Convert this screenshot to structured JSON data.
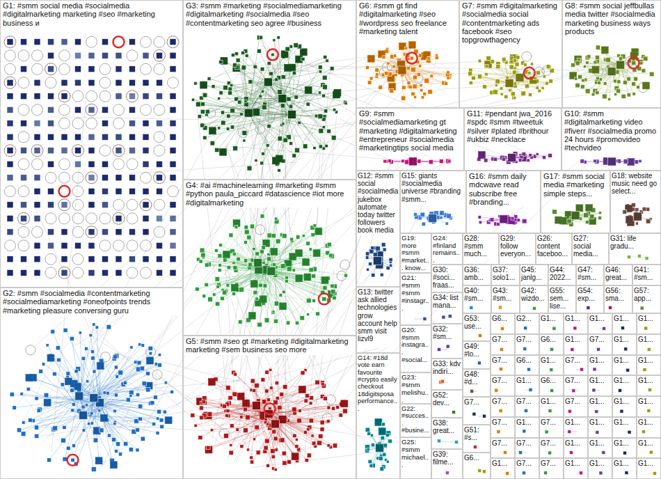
{
  "diagram": {
    "nodes": [
      {
        "text": [
          "G1: #smm social media #socialmedia #digitalmarketing marketing #seo #marketing business и"
        ]
      },
      {
        "text": [
          "G2: #smm #socialmedia #contentmarketing #socialmediamarketing #oneofpoints trends #marketing pleasure conversing guru"
        ]
      },
      {
        "text": [
          "G3: #smm #marketing #socialmediamarketing #digitalmarketing #socialmedia #seo #contentmarketing seo agree #business"
        ]
      },
      {
        "text": [
          "G4: #ai #machinelearning #marketing #smm #python paula_piccard #datascience #iot more #digitalmarketing"
        ]
      },
      {
        "text": [
          "G5: #smm #seo gt #marketing #digitalmarketing marketing #sem business seo more"
        ]
      },
      {
        "text": [
          "G6: #smm gt find #digitalmarketing #seo #wordpress seo freelance #marketing talent"
        ]
      },
      {
        "text": [
          "G7: #smm #digitalmarketing #socialmedia social #contentmarketing ads facebook #seo topgrowthagency"
        ]
      },
      {
        "text": [
          "G8: #smm social jeffbullas media twitter #socialmedia marketing business ways products"
        ]
      },
      {
        "text": [
          "G9: #smm #socialmediamarketing gt #marketing #digitalmarketing #entrepreneur #socialmedia #marketingtips social media"
        ]
      },
      {
        "text": [
          "G10: #smm #digitalmarketing video #fiverr #socialmedia promo 24 hours #promovideo #techvideo"
        ]
      },
      {
        "text": [
          "G11: #pendant jwa_2016 #spdc #smm #tweetuk #silver #plated #brithour #ukbiz #necklace"
        ]
      },
      {
        "text": [
          "G12: #smm social #socialmedia jukebox automate today twitter followers book media"
        ]
      },
      {
        "text": [
          "G13: twitter ask allied technologies grow account help smm visit lizvl9"
        ]
      },
      {
        "text": [
          "G14: #18d vote earn favourite #crypto easily checkout 18digitsposa performance..."
        ]
      },
      {
        "text": [
          "G15: giants #socialmedia universe #branding #smm..."
        ]
      },
      {
        "text": [
          "G16: #smm daily mdcwave read subscribe free #branding..."
        ]
      },
      {
        "text": [
          "G17: #smm social media #marketing simple steps..."
        ]
      },
      {
        "text": [
          "G18: website music need go select..."
        ]
      },
      {
        "text": [
          "G19: more #smm #market... know..."
        ]
      },
      {
        "text": [
          "G20: #smm instagra... #social..."
        ]
      },
      {
        "text": [
          "G21: #smm #smm #instagr..."
        ]
      },
      {
        "text": [
          "G22: #succes... #busine..."
        ]
      },
      {
        "text": [
          "G23: #smm melishu..."
        ]
      },
      {
        "text": [
          "G24: #finland remains..."
        ]
      },
      {
        "text": [
          "G25: #smm michael..."
        ]
      },
      {
        "text": [
          "G26: content faceboo..."
        ]
      },
      {
        "text": [
          "G27: social media..."
        ]
      },
      {
        "text": [
          "G28: #smm much..."
        ]
      },
      {
        "text": [
          "G29: follow everyon..."
        ]
      },
      {
        "text": [
          "G30: #soci... fraas..."
        ]
      },
      {
        "text": [
          "G31: life gradu..."
        ]
      },
      {
        "text": [
          "G32: #sm..."
        ]
      },
      {
        "text": [
          "G33: kdv indiri..."
        ]
      },
      {
        "text": [
          "G34: list mana..."
        ]
      },
      {
        "text": [
          "G36: amb..."
        ]
      },
      {
        "text": [
          "G37: solo1..."
        ]
      },
      {
        "text": [
          "G38: great..."
        ]
      },
      {
        "text": [
          "G39: filme..."
        ]
      },
      {
        "text": [
          "G40: #sm..."
        ]
      },
      {
        "text": [
          "G41: #sm..."
        ]
      },
      {
        "text": [
          "G42: wizdo..."
        ]
      },
      {
        "text": [
          "G43: #sm..."
        ]
      },
      {
        "text": [
          "G44: 2022..."
        ]
      },
      {
        "text": [
          "G45: janlg..."
        ]
      },
      {
        "text": [
          "G46: great..."
        ]
      },
      {
        "text": [
          "G47: #sm..."
        ]
      },
      {
        "text": [
          "G48: #d..."
        ]
      },
      {
        "text": [
          "G49: #lo..."
        ]
      },
      {
        "text": [
          "G51: #s..."
        ]
      },
      {
        "text": [
          "G52: dev..."
        ]
      },
      {
        "text": [
          "G53: use..."
        ]
      },
      {
        "text": [
          "G54: exp..."
        ]
      },
      {
        "text": [
          "G55: sem... lise..."
        ]
      },
      {
        "text": [
          "G56: sma..."
        ]
      },
      {
        "text": [
          "G57: app..."
        ]
      },
      {
        "text": [
          "G7..."
        ]
      },
      {
        "text": [
          "G6..."
        ]
      },
      {
        "text": [
          "G6..."
        ]
      },
      {
        "text": [
          "G2..."
        ]
      },
      {
        "text": [
          "G1..."
        ]
      },
      {
        "text": [
          "G1..."
        ]
      },
      {
        "text": [
          "G1..."
        ]
      },
      {
        "text": [
          "G1..."
        ]
      },
      {
        "text": [
          "G1..."
        ]
      },
      {
        "text": [
          "G7..."
        ]
      },
      {
        "text": [
          "G7..."
        ]
      },
      {
        "text": [
          "G6..."
        ]
      },
      {
        "text": [
          "G1..."
        ]
      },
      {
        "text": [
          "G7..."
        ]
      },
      {
        "text": [
          "G1..."
        ]
      },
      {
        "text": [
          "G1..."
        ]
      },
      {
        "text": [
          "G7..."
        ]
      },
      {
        "text": [
          "G6..."
        ]
      },
      {
        "text": [
          "G1..."
        ]
      },
      {
        "text": [
          "G7..."
        ]
      },
      {
        "text": [
          "G1..."
        ]
      },
      {
        "text": [
          "G1..."
        ]
      },
      {
        "text": [
          "G1..."
        ]
      },
      {
        "text": [
          "G7..."
        ]
      },
      {
        "text": [
          "G1..."
        ]
      },
      {
        "text": [
          "G6..."
        ]
      },
      {
        "text": [
          "G7..."
        ]
      },
      {
        "text": [
          "G1..."
        ]
      },
      {
        "text": [
          "G1..."
        ]
      },
      {
        "text": [
          "G1..."
        ]
      },
      {
        "text": [
          "G7..."
        ]
      },
      {
        "text": [
          "G7..."
        ]
      },
      {
        "text": [
          "G1..."
        ]
      },
      {
        "text": [
          "G7..."
        ]
      },
      {
        "text": [
          "G1..."
        ]
      },
      {
        "text": [
          "G1..."
        ]
      },
      {
        "text": [
          "G1..."
        ]
      },
      {
        "text": [
          "G7..."
        ]
      },
      {
        "text": [
          "G1..."
        ]
      },
      {
        "text": [
          "G7..."
        ]
      },
      {
        "text": [
          "G1..."
        ]
      },
      {
        "text": [
          "G1..."
        ]
      },
      {
        "text": [
          "G1..."
        ]
      },
      {
        "text": [
          "G1..."
        ]
      },
      {
        "text": [
          "G7..."
        ]
      },
      {
        "text": [
          "G7..."
        ]
      },
      {
        "text": [
          "G7..."
        ]
      },
      {
        "text": [
          "G1..."
        ]
      },
      {
        "text": [
          "G1..."
        ]
      },
      {
        "text": [
          "G1..."
        ]
      },
      {
        "text": [
          "G1..."
        ]
      },
      {
        "text": [
          "G1..."
        ]
      },
      {
        "text": [
          "G7..."
        ]
      },
      {
        "text": [
          "G7..."
        ]
      },
      {
        "text": [
          "G1..."
        ]
      },
      {
        "text": [
          "G1..."
        ]
      },
      {
        "text": [
          "G1..."
        ]
      },
      {
        "text": [
          "G1..."
        ]
      }
    ]
  }
}
